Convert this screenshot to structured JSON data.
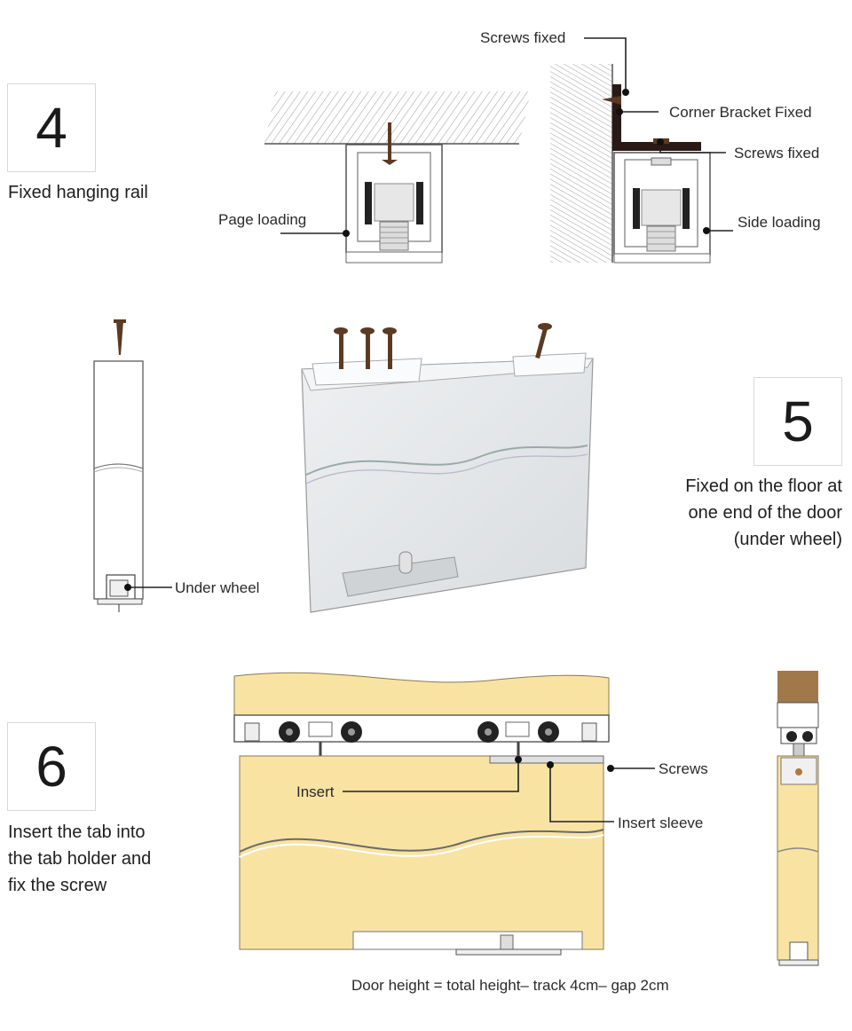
{
  "steps": [
    {
      "number": "4",
      "caption": "Fixed hanging rail"
    },
    {
      "number": "5",
      "caption_lines": [
        "Fixed on the floor at",
        "one end of the door",
        "(under wheel)"
      ]
    },
    {
      "number": "6",
      "caption_lines": [
        "Insert the tab into",
        "the tab holder and",
        "fix the screw"
      ]
    }
  ],
  "labels": {
    "screws_fixed_top": "Screws fixed",
    "corner_bracket": "Corner Bracket Fixed",
    "screws_fixed_side": "Screws fixed",
    "page_loading": "Page loading",
    "side_loading": "Side loading",
    "under_wheel": "Under wheel",
    "screws": "Screws",
    "insert": "Insert",
    "insert_sleeve": "Insert sleeve"
  },
  "footer_note": "Door height = total height– track 4cm– gap 2cm",
  "colors": {
    "wood": "#f8e3a3",
    "screw": "#5b3a22",
    "bracket": "#2a1a16",
    "line": "#333333"
  }
}
